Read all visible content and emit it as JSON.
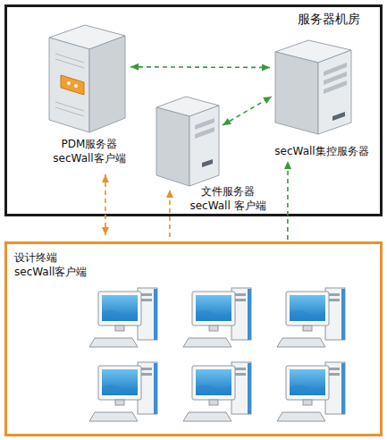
{
  "diagram": {
    "nodes": [
      {
        "text": [
          "服务器机房"
        ]
      },
      {
        "text": [
          "PDM服务器 secWall客户端"
        ],
        "in": 0
      },
      {
        "text": [
          "文件服务器 secWall 客户端"
        ],
        "in": 0
      },
      {
        "text": [
          "secWall集控服务器"
        ],
        "in": 0
      },
      {
        "text": [
          "设计终端 secWall客户端"
        ]
      }
    ],
    "edges": [
      {
        "from": 1,
        "to": 3,
        "arrow": "both"
      },
      {
        "from": 2,
        "to": 3,
        "arrow": "both"
      },
      {
        "from": 1,
        "to": 4,
        "arrow": "both"
      },
      {
        "from": 4,
        "to": 2,
        "arrow": "to"
      },
      {
        "from": 4,
        "to": 3,
        "arrow": "to"
      }
    ]
  }
}
